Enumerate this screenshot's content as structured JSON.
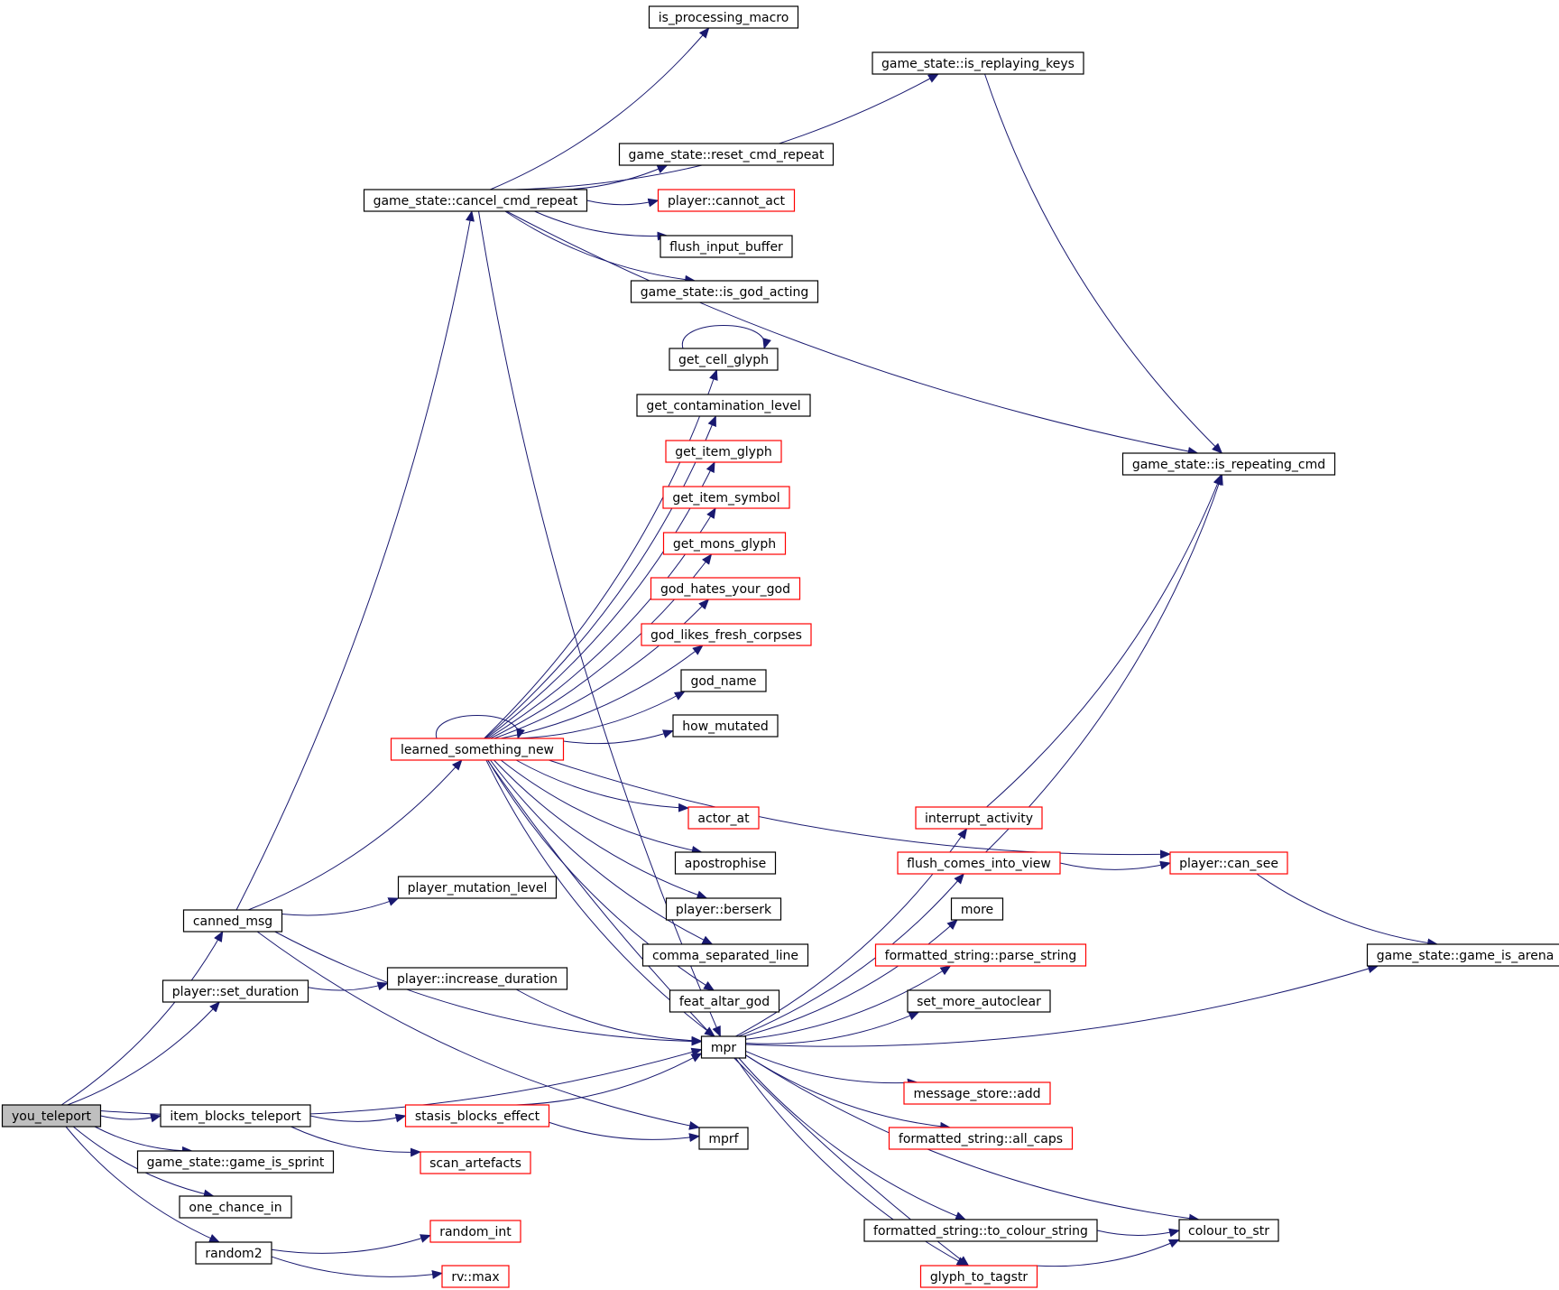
{
  "colors": {
    "edge": "#191970",
    "root_fill": "#bfbfbf",
    "normal_border": "#000000",
    "red_border": "#ff0000",
    "background": "#ffffff"
  },
  "nodes": [
    {
      "id": "you_teleport",
      "label": "you_teleport",
      "style": "root"
    },
    {
      "id": "canned_msg",
      "label": "canned_msg",
      "style": "normal"
    },
    {
      "id": "player_set_duration",
      "label": "player::set_duration",
      "style": "normal"
    },
    {
      "id": "item_blocks_teleport",
      "label": "item_blocks_teleport",
      "style": "normal"
    },
    {
      "id": "game_is_sprint",
      "label": "game_state::game_is_sprint",
      "style": "normal"
    },
    {
      "id": "one_chance_in",
      "label": "one_chance_in",
      "style": "normal"
    },
    {
      "id": "random2",
      "label": "random2",
      "style": "normal"
    },
    {
      "id": "cancel_cmd_repeat",
      "label": "game_state::cancel_cmd_repeat",
      "style": "normal"
    },
    {
      "id": "learned_something_new",
      "label": "learned_something_new",
      "style": "red"
    },
    {
      "id": "player_mutation_level",
      "label": "player_mutation_level",
      "style": "normal"
    },
    {
      "id": "player_increase_duration",
      "label": "player::increase_duration",
      "style": "normal"
    },
    {
      "id": "stasis_blocks_effect",
      "label": "stasis_blocks_effect",
      "style": "red"
    },
    {
      "id": "scan_artefacts",
      "label": "scan_artefacts",
      "style": "red"
    },
    {
      "id": "random_int",
      "label": "random_int",
      "style": "red"
    },
    {
      "id": "rv_max",
      "label": "rv::max",
      "style": "red"
    },
    {
      "id": "is_processing_macro",
      "label": "is_processing_macro",
      "style": "normal"
    },
    {
      "id": "is_replaying_keys",
      "label": "game_state::is_replaying_keys",
      "style": "normal"
    },
    {
      "id": "reset_cmd_repeat",
      "label": "game_state::reset_cmd_repeat",
      "style": "normal"
    },
    {
      "id": "player_cannot_act",
      "label": "player::cannot_act",
      "style": "red"
    },
    {
      "id": "flush_input_buffer",
      "label": "flush_input_buffer",
      "style": "normal"
    },
    {
      "id": "is_god_acting",
      "label": "game_state::is_god_acting",
      "style": "normal"
    },
    {
      "id": "get_cell_glyph",
      "label": "get_cell_glyph",
      "style": "normal"
    },
    {
      "id": "get_contamination_level",
      "label": "get_contamination_level",
      "style": "normal"
    },
    {
      "id": "get_item_glyph",
      "label": "get_item_glyph",
      "style": "red"
    },
    {
      "id": "get_item_symbol",
      "label": "get_item_symbol",
      "style": "red"
    },
    {
      "id": "get_mons_glyph",
      "label": "get_mons_glyph",
      "style": "red"
    },
    {
      "id": "god_hates_your_god",
      "label": "god_hates_your_god",
      "style": "red"
    },
    {
      "id": "god_likes_fresh_corpses",
      "label": "god_likes_fresh_corpses",
      "style": "red"
    },
    {
      "id": "god_name",
      "label": "god_name",
      "style": "normal"
    },
    {
      "id": "how_mutated",
      "label": "how_mutated",
      "style": "normal"
    },
    {
      "id": "actor_at",
      "label": "actor_at",
      "style": "red"
    },
    {
      "id": "apostrophise",
      "label": "apostrophise",
      "style": "normal"
    },
    {
      "id": "player_berserk",
      "label": "player::berserk",
      "style": "normal"
    },
    {
      "id": "comma_separated_line",
      "label": "comma_separated_line",
      "style": "normal"
    },
    {
      "id": "feat_altar_god",
      "label": "feat_altar_god",
      "style": "normal"
    },
    {
      "id": "mpr",
      "label": "mpr",
      "style": "normal"
    },
    {
      "id": "mprf",
      "label": "mprf",
      "style": "normal"
    },
    {
      "id": "is_repeating_cmd",
      "label": "game_state::is_repeating_cmd",
      "style": "normal"
    },
    {
      "id": "interrupt_activity",
      "label": "interrupt_activity",
      "style": "red"
    },
    {
      "id": "flush_comes_into_view",
      "label": "flush_comes_into_view",
      "style": "red"
    },
    {
      "id": "player_can_see",
      "label": "player::can_see",
      "style": "red"
    },
    {
      "id": "more",
      "label": "more",
      "style": "normal"
    },
    {
      "id": "parse_string",
      "label": "formatted_string::parse_string",
      "style": "red"
    },
    {
      "id": "set_more_autoclear",
      "label": "set_more_autoclear",
      "style": "normal"
    },
    {
      "id": "game_is_arena",
      "label": "game_state::game_is_arena",
      "style": "normal"
    },
    {
      "id": "message_store_add",
      "label": "message_store::add",
      "style": "red"
    },
    {
      "id": "all_caps",
      "label": "formatted_string::all_caps",
      "style": "red"
    },
    {
      "id": "to_colour_string",
      "label": "formatted_string::to_colour_string",
      "style": "normal"
    },
    {
      "id": "colour_to_str",
      "label": "colour_to_str",
      "style": "normal"
    },
    {
      "id": "glyph_to_tagstr",
      "label": "glyph_to_tagstr",
      "style": "red"
    }
  ],
  "edges": [
    [
      "you_teleport",
      "canned_msg"
    ],
    [
      "you_teleport",
      "player_set_duration"
    ],
    [
      "you_teleport",
      "mpr"
    ],
    [
      "you_teleport",
      "item_blocks_teleport"
    ],
    [
      "you_teleport",
      "game_is_sprint"
    ],
    [
      "you_teleport",
      "one_chance_in"
    ],
    [
      "you_teleport",
      "random2"
    ],
    [
      "canned_msg",
      "cancel_cmd_repeat"
    ],
    [
      "canned_msg",
      "learned_something_new"
    ],
    [
      "canned_msg",
      "player_mutation_level"
    ],
    [
      "canned_msg",
      "mpr"
    ],
    [
      "canned_msg",
      "mprf"
    ],
    [
      "player_set_duration",
      "player_increase_duration"
    ],
    [
      "player_increase_duration",
      "mpr"
    ],
    [
      "item_blocks_teleport",
      "stasis_blocks_effect"
    ],
    [
      "item_blocks_teleport",
      "scan_artefacts"
    ],
    [
      "stasis_blocks_effect",
      "mpr"
    ],
    [
      "stasis_blocks_effect",
      "mprf"
    ],
    [
      "random2",
      "random_int"
    ],
    [
      "random2",
      "rv_max"
    ],
    [
      "cancel_cmd_repeat",
      "is_processing_macro"
    ],
    [
      "cancel_cmd_repeat",
      "is_replaying_keys"
    ],
    [
      "cancel_cmd_repeat",
      "is_repeating_cmd"
    ],
    [
      "cancel_cmd_repeat",
      "reset_cmd_repeat"
    ],
    [
      "cancel_cmd_repeat",
      "player_cannot_act"
    ],
    [
      "cancel_cmd_repeat",
      "flush_input_buffer"
    ],
    [
      "cancel_cmd_repeat",
      "is_god_acting"
    ],
    [
      "cancel_cmd_repeat",
      "mpr"
    ],
    [
      "is_replaying_keys",
      "is_repeating_cmd"
    ],
    [
      "get_cell_glyph",
      "get_cell_glyph"
    ],
    [
      "learned_something_new",
      "learned_something_new"
    ],
    [
      "learned_something_new",
      "get_cell_glyph"
    ],
    [
      "learned_something_new",
      "get_contamination_level"
    ],
    [
      "learned_something_new",
      "get_item_glyph"
    ],
    [
      "learned_something_new",
      "get_item_symbol"
    ],
    [
      "learned_something_new",
      "get_mons_glyph"
    ],
    [
      "learned_something_new",
      "god_hates_your_god"
    ],
    [
      "learned_something_new",
      "god_likes_fresh_corpses"
    ],
    [
      "learned_something_new",
      "god_name"
    ],
    [
      "learned_something_new",
      "how_mutated"
    ],
    [
      "learned_something_new",
      "actor_at"
    ],
    [
      "learned_something_new",
      "apostrophise"
    ],
    [
      "learned_something_new",
      "player_berserk"
    ],
    [
      "learned_something_new",
      "comma_separated_line"
    ],
    [
      "learned_something_new",
      "feat_altar_god"
    ],
    [
      "learned_something_new",
      "mpr"
    ],
    [
      "learned_something_new",
      "player_can_see"
    ],
    [
      "learned_something_new",
      "glyph_to_tagstr"
    ],
    [
      "mpr",
      "interrupt_activity"
    ],
    [
      "mpr",
      "flush_comes_into_view"
    ],
    [
      "mpr",
      "more"
    ],
    [
      "mpr",
      "parse_string"
    ],
    [
      "mpr",
      "set_more_autoclear"
    ],
    [
      "mpr",
      "game_is_arena"
    ],
    [
      "mpr",
      "message_store_add"
    ],
    [
      "mpr",
      "all_caps"
    ],
    [
      "mpr",
      "to_colour_string"
    ],
    [
      "mpr",
      "colour_to_str"
    ],
    [
      "mpr",
      "glyph_to_tagstr"
    ],
    [
      "interrupt_activity",
      "is_repeating_cmd"
    ],
    [
      "flush_comes_into_view",
      "player_can_see"
    ],
    [
      "flush_comes_into_view",
      "is_repeating_cmd"
    ],
    [
      "player_can_see",
      "game_is_arena"
    ],
    [
      "to_colour_string",
      "colour_to_str"
    ],
    [
      "glyph_to_tagstr",
      "colour_to_str"
    ]
  ]
}
